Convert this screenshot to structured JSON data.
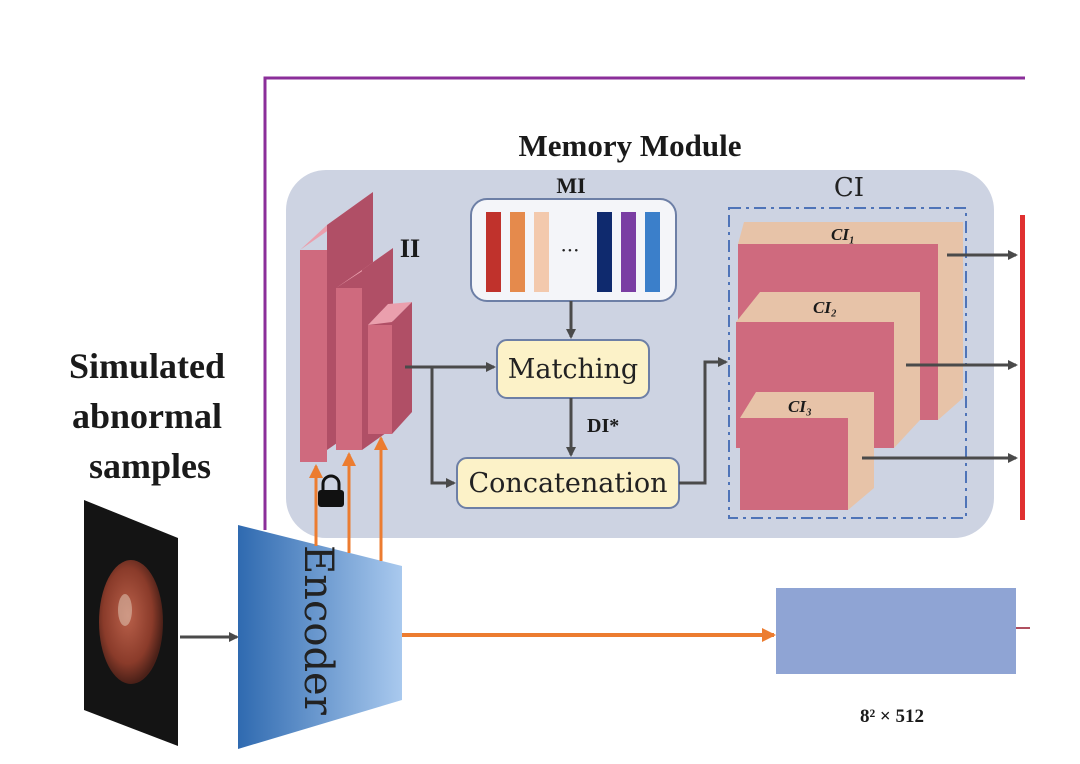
{
  "labels": {
    "memory_module": "Memory Module",
    "mi": "MI",
    "ii": "II",
    "ci": "CI",
    "ci1": "CI₁",
    "ci2": "CI₂",
    "ci3": "CI₃",
    "matching": "Matching",
    "di_star": "DI*",
    "concatenation": "Concatenation",
    "encoder": "Encoder",
    "ellipsis": "···",
    "simulated_line1": "Simulated",
    "simulated_line2": "abnormal",
    "simulated_line3": "samples",
    "feature_dim": "8² × 512"
  },
  "colors": {
    "frame": "#8b2f9a",
    "module_bg": "#cdd3e2",
    "box_fill": "#fcf2c8",
    "box_stroke": "#6d7fa6",
    "pink_front": "#cf6a7e",
    "pink_top": "#ea9fad",
    "pink_side": "#b04f66",
    "ci_top": "#e7c3a8",
    "arrow_orange": "#ec7c30",
    "arrow_gray": "#4a4a4a",
    "red_bar": "#e03030",
    "feature_box": "#8fa4d4",
    "mi_bars": [
      "#c0322c",
      "#e58a4c",
      "#f3c9ad",
      "#0f2a6e",
      "#7a3da3",
      "#3b7fca"
    ]
  }
}
